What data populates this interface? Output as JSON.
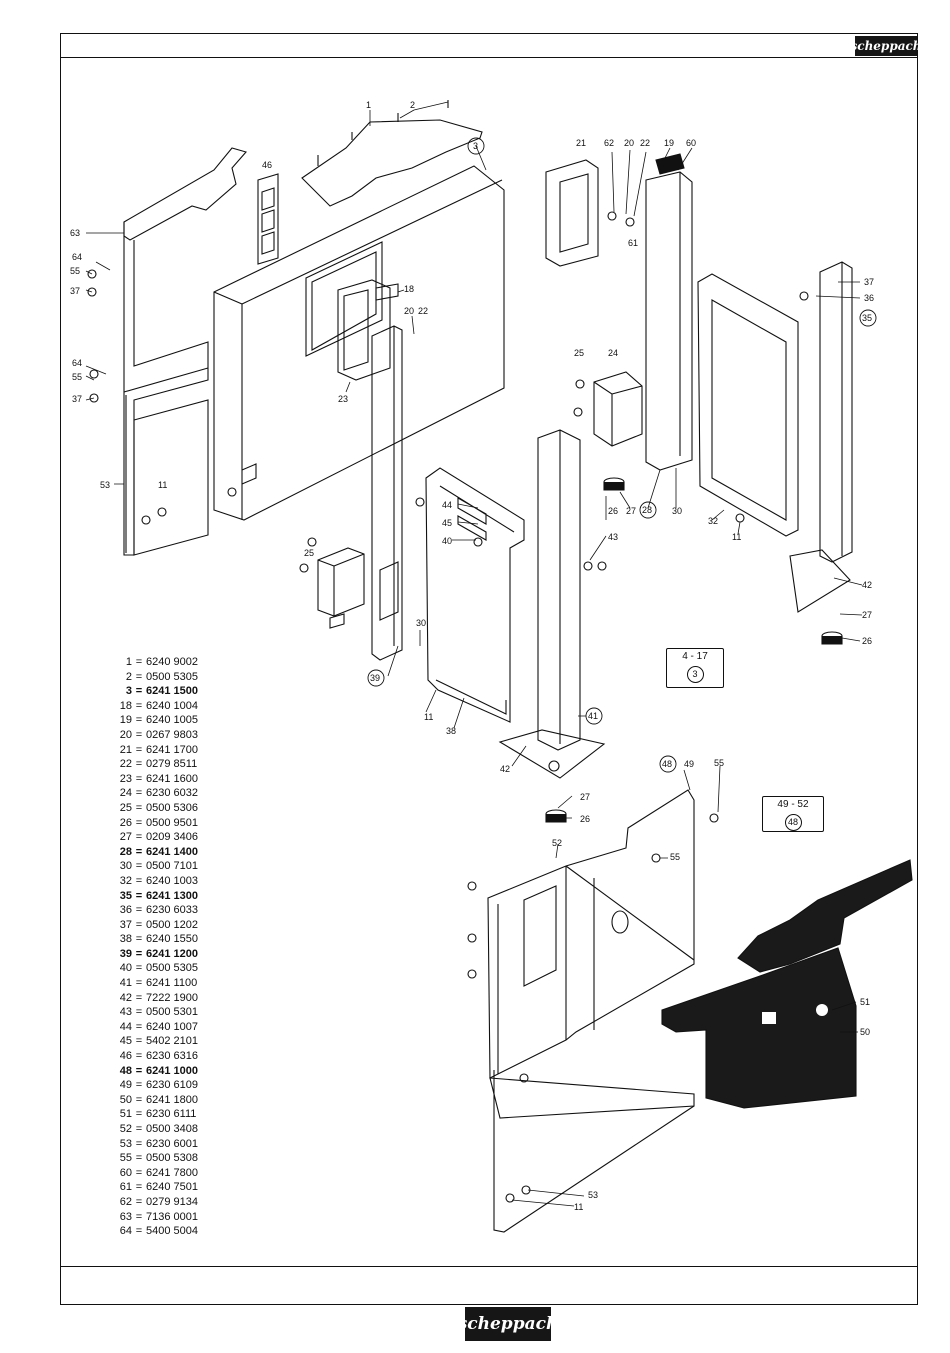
{
  "brand": {
    "header_logo": "scheppach",
    "footer_logo": "scheppach"
  },
  "parts_list": [
    {
      "num": "1",
      "part": "6240 9002",
      "bold": false
    },
    {
      "num": "2",
      "part": "0500 5305",
      "bold": false
    },
    {
      "num": "3",
      "part": "6241 1500",
      "bold": true
    },
    {
      "num": "18",
      "part": "6240 1004",
      "bold": false
    },
    {
      "num": "19",
      "part": "6240 1005",
      "bold": false
    },
    {
      "num": "20",
      "part": "0267 9803",
      "bold": false
    },
    {
      "num": "21",
      "part": "6241 1700",
      "bold": false
    },
    {
      "num": "22",
      "part": "0279 8511",
      "bold": false
    },
    {
      "num": "23",
      "part": "6241 1600",
      "bold": false
    },
    {
      "num": "24",
      "part": "6230 6032",
      "bold": false
    },
    {
      "num": "25",
      "part": "0500 5306",
      "bold": false
    },
    {
      "num": "26",
      "part": "0500 9501",
      "bold": false
    },
    {
      "num": "27",
      "part": "0209 3406",
      "bold": false
    },
    {
      "num": "28",
      "part": "6241 1400",
      "bold": true
    },
    {
      "num": "30",
      "part": "0500 7101",
      "bold": false
    },
    {
      "num": "32",
      "part": "6240 1003",
      "bold": false
    },
    {
      "num": "35",
      "part": "6241 1300",
      "bold": true
    },
    {
      "num": "36",
      "part": "6230 6033",
      "bold": false
    },
    {
      "num": "37",
      "part": "0500 1202",
      "bold": false
    },
    {
      "num": "38",
      "part": "6240 1550",
      "bold": false
    },
    {
      "num": "39",
      "part": "6241 1200",
      "bold": true
    },
    {
      "num": "40",
      "part": "0500 5305",
      "bold": false
    },
    {
      "num": "41",
      "part": "6241 1100",
      "bold": false
    },
    {
      "num": "42",
      "part": "7222 1900",
      "bold": false
    },
    {
      "num": "43",
      "part": "0500 5301",
      "bold": false
    },
    {
      "num": "44",
      "part": "6240 1007",
      "bold": false
    },
    {
      "num": "45",
      "part": "5402 2101",
      "bold": false
    },
    {
      "num": "46",
      "part": "6230 6316",
      "bold": false
    },
    {
      "num": "48",
      "part": "6241 1000",
      "bold": true
    },
    {
      "num": "49",
      "part": "6230 6109",
      "bold": false
    },
    {
      "num": "50",
      "part": "6241 1800",
      "bold": false
    },
    {
      "num": "51",
      "part": "6230 6111",
      "bold": false
    },
    {
      "num": "52",
      "part": "0500 3408",
      "bold": false
    },
    {
      "num": "53",
      "part": "6230 6001",
      "bold": false
    },
    {
      "num": "55",
      "part": "0500 5308",
      "bold": false
    },
    {
      "num": "60",
      "part": "6241 7800",
      "bold": false
    },
    {
      "num": "61",
      "part": "6240 7501",
      "bold": false
    },
    {
      "num": "62",
      "part": "0279 9134",
      "bold": false
    },
    {
      "num": "63",
      "part": "7136 0001",
      "bold": false
    },
    {
      "num": "64",
      "part": "5400 5004",
      "bold": false
    }
  ],
  "ref_boxes": [
    {
      "range": "4  -  17",
      "assembly": "3"
    },
    {
      "range": "49  -  52",
      "assembly": "48"
    }
  ],
  "callouts": {
    "c1": "1",
    "c2": "2",
    "c3": "3",
    "c46": "46",
    "c63": "63",
    "c64a": "64",
    "c55a": "55",
    "c37a": "37",
    "c64b": "64",
    "c55b": "55",
    "c37b": "37",
    "c53a": "53",
    "c11a": "11",
    "c18": "18",
    "c20a": "20",
    "c22a": "22",
    "c23": "23",
    "c21": "21",
    "c62": "62",
    "c20b": "20",
    "c22b": "22",
    "c19": "19",
    "c60": "60",
    "c61": "61",
    "c37c": "37",
    "c36": "36",
    "c35": "35",
    "c25a": "25",
    "c24": "24",
    "c26a": "26",
    "c27a": "27",
    "c28": "28",
    "c30a": "30",
    "c32": "32",
    "c11b": "11",
    "c44": "44",
    "c45": "45",
    "c40": "40",
    "c43": "43",
    "c25b": "25",
    "c30b": "30",
    "c39": "39",
    "c11c": "11",
    "c38": "38",
    "c41": "41",
    "c42a": "42",
    "c42b": "42",
    "c27b": "27",
    "c26b": "26",
    "c27c": "27",
    "c26c": "26",
    "c48": "48",
    "c49": "49",
    "c55c": "55",
    "c52": "52",
    "c55d": "55",
    "c51": "51",
    "c50": "50",
    "c53b": "53",
    "c11d": "11"
  }
}
